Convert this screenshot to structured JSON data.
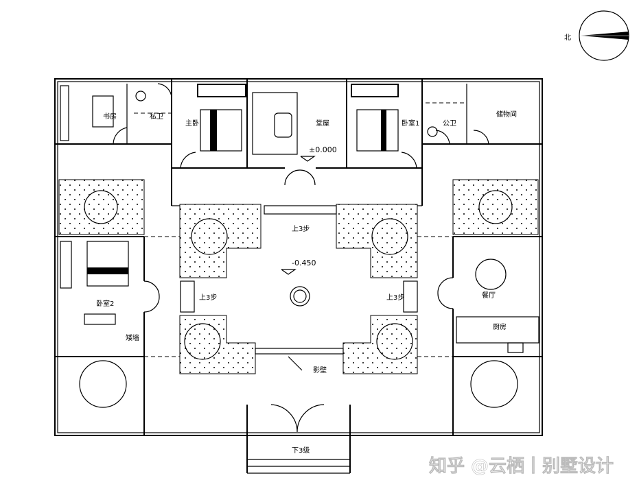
{
  "compass": {
    "label": "北"
  },
  "rooms": {
    "study": "书房",
    "private_bath": "私卫",
    "master_bedroom": "主卧",
    "main_hall": "堂屋",
    "bedroom1": "卧室1",
    "public_bath": "公卫",
    "storage": "储物间",
    "bedroom2": "卧室2",
    "dining": "餐厅",
    "kitchen": "厨房"
  },
  "annotations": {
    "level_hall": "±0.000",
    "level_courtyard": "-0.450",
    "steps_top": "上3步",
    "steps_left": "上3步",
    "steps_right": "上3步",
    "low_wall": "矮墙",
    "screen_wall": "影壁",
    "steps_entrance": "下3级"
  },
  "watermark": "知乎 @云栖丨别墅设计"
}
